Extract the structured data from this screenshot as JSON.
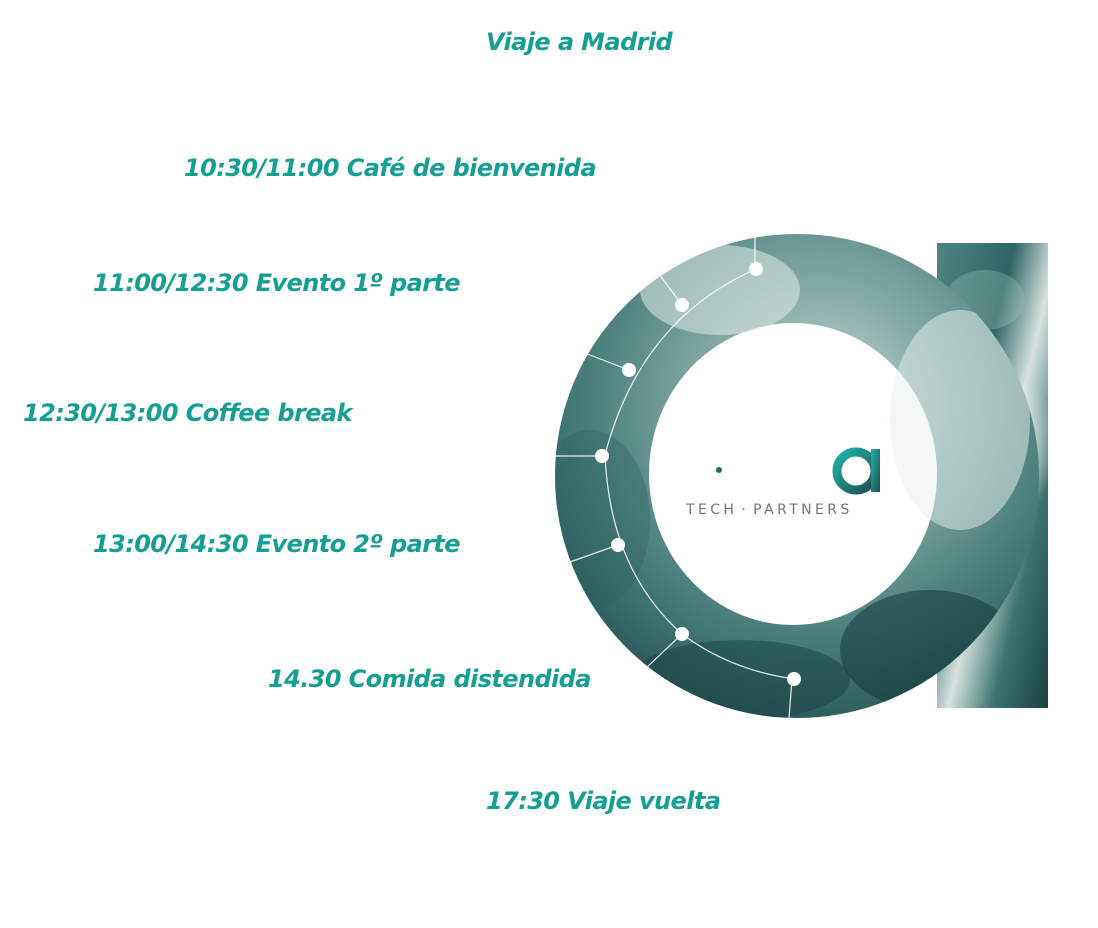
{
  "title": "Viaje a Madrid",
  "schedule": [
    "10:30/11:00 Café de bienvenida",
    "11:00/12:30 Evento 1º parte",
    "12:30/13:00 Coffee break",
    "13:00/14:30 Evento 2º parte",
    "14.30 Comida distendida",
    "17:30 Viaje vuelta"
  ],
  "logo": {
    "letter_icon": "letter-a-logo-icon",
    "word_left": "TECH",
    "separator": "·",
    "word_right": "PARTNERS"
  },
  "colors": {
    "accent": "#139f94",
    "deep_teal": "#1f4f50",
    "mist": "#b9cfcb",
    "logo_gray": "#6c7a7a"
  }
}
